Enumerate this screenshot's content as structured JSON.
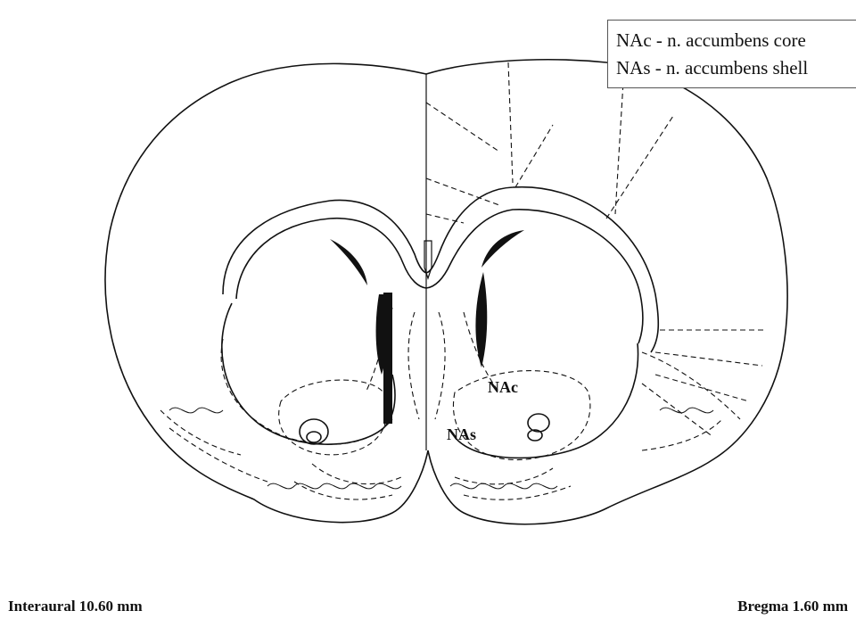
{
  "legend": {
    "entries": [
      "NAc - n. accumbens core",
      "NAs - n. accumbens shell"
    ]
  },
  "labels": {
    "nac": "NAc",
    "nas": "NAs"
  },
  "footer": {
    "interaural": "Interaural 10.60 mm",
    "bregma": "Bregma 1.60 mm"
  }
}
